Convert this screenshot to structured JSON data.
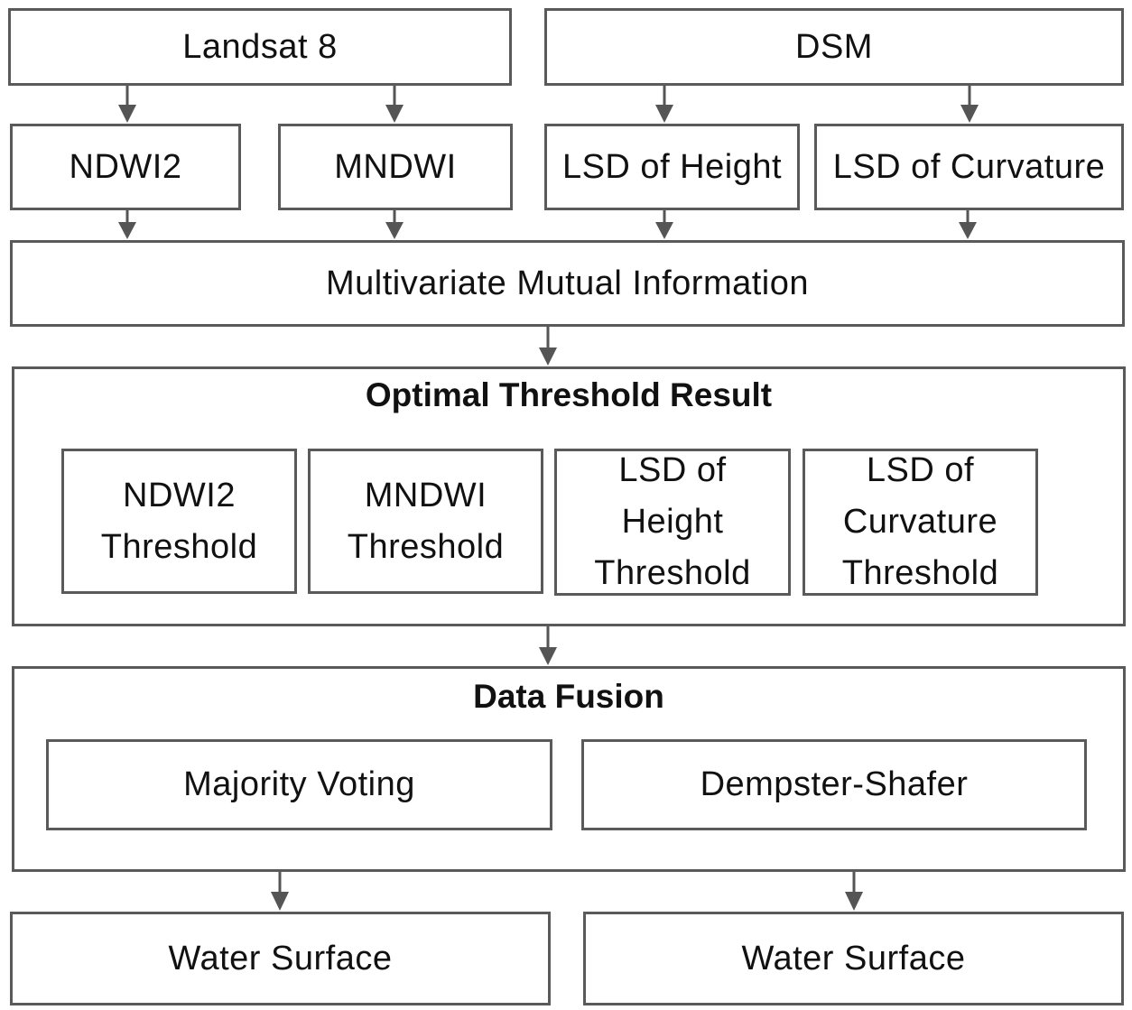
{
  "sources": {
    "landsat": "Landsat 8",
    "dsm": "DSM"
  },
  "indices": {
    "ndwi2": "NDWI2",
    "mndwi": "MNDWI",
    "lsd_height": "LSD of Height",
    "lsd_curvature": "LSD of Curvature"
  },
  "mmi": "Multivariate Mutual Information",
  "threshold": {
    "title": "Optimal Threshold Result",
    "items": [
      "NDWI2\nThreshold",
      "MNDWI\nThreshold",
      "LSD of\nHeight\nThreshold",
      "LSD of\nCurvature\nThreshold"
    ]
  },
  "fusion": {
    "title": "Data Fusion",
    "majority": "Majority Voting",
    "dempster": "Dempster-Shafer"
  },
  "outputs": [
    "Water Surface",
    "Water Surface"
  ],
  "colors": {
    "border": "#5a5a5a",
    "arrow": "#555555",
    "text": "#111111"
  }
}
